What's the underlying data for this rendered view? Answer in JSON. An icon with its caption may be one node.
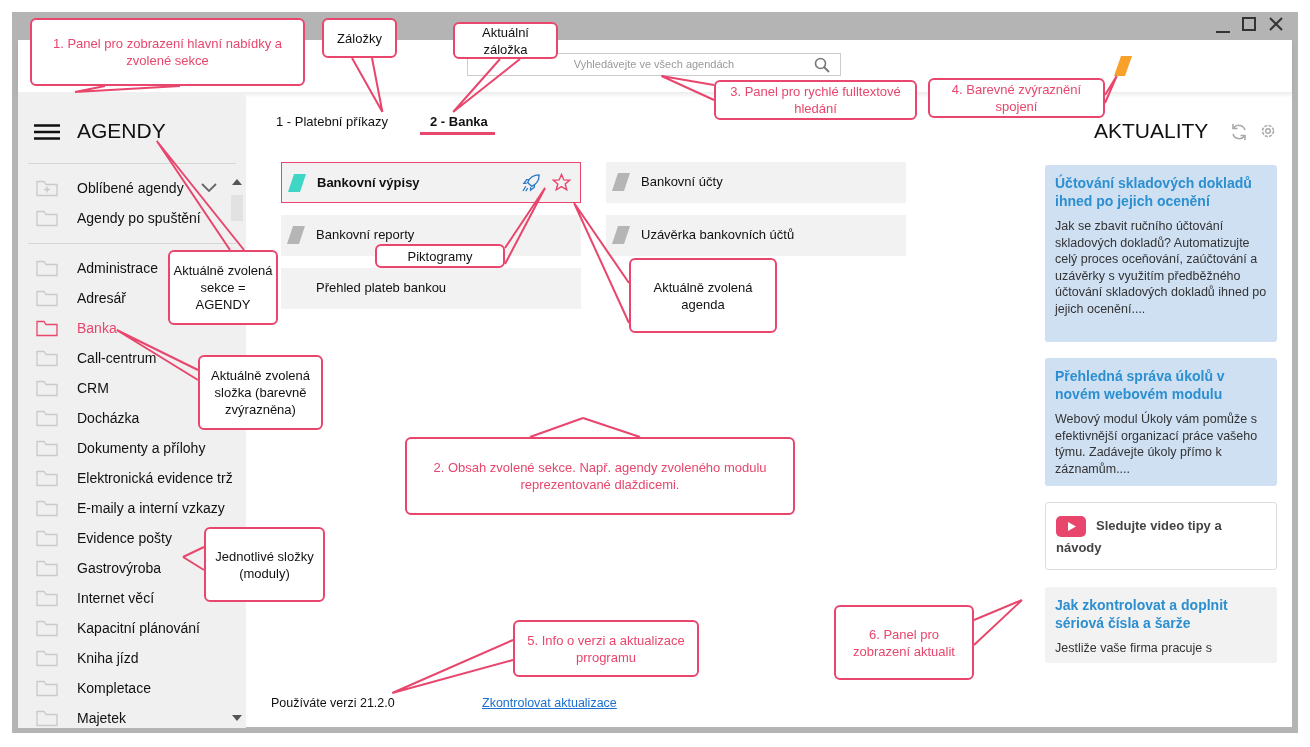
{
  "diagram": {
    "nodes": [
      {
        "text": [
          "1. Panel pro zobrazení hlavní nabídky a zvolené sekce"
        ]
      },
      {
        "text": [
          "Záložky"
        ]
      },
      {
        "text": [
          "Aktuální záložka"
        ]
      },
      {
        "text": [
          "3. Panel pro rychlé fulltextové hledání"
        ]
      },
      {
        "text": [
          "4. Barevné zvýraznění spojení"
        ]
      },
      {
        "text": [
          "Aktuálně zvolená sekce = AGENDY"
        ]
      },
      {
        "text": [
          "Piktogramy"
        ]
      },
      {
        "text": [
          "Aktuálně zvolená agenda"
        ]
      },
      {
        "text": [
          "Aktuálně zvolená složka (barevně zvýrazněna)"
        ]
      },
      {
        "text": [
          "2. Obsah zvolené sekce. Např. agendy zvoleného modulu reprezentované dlaždicemi."
        ]
      },
      {
        "text": [
          "Jednotlivé složky (moduly)"
        ]
      },
      {
        "text": [
          "5. Info o verzi a aktualizace prrogramu"
        ]
      },
      {
        "text": [
          "6. Panel pro zobrazení aktualit"
        ]
      },
      {
        "text": [
          "Bankovní výpisy"
        ]
      },
      {
        "text": [
          "Bankovní účty"
        ]
      },
      {
        "text": [
          "Bankovní reporty"
        ]
      },
      {
        "text": [
          "Uzávěrka bankovních účtů"
        ]
      },
      {
        "text": [
          "Přehled plateb bankou"
        ]
      },
      {
        "text": [
          "Účtování skladových dokladů ihned po jejich ocenění",
          "Jak se zbavit ručního účtování skladových dokladů? Automatizujte celý proces oceňování, zaúčtování a uzávěrky s využitím předběžného účtování skladových dokladů ihned po jejich ocenění...."
        ]
      },
      {
        "text": [
          "Přehledná správa úkolů v novém webovém modulu",
          "Webový modul Úkoly vám pomůže s efektivnější organizací práce vašeho týmu. Zadávejte úkoly přímo k záznamům...."
        ]
      },
      {
        "text": [
          "Sledujte video tipy a návody"
        ]
      },
      {
        "text": [
          "Jak zkontrolovat a doplnit sériová čísla a šarže",
          "Jestliže vaše firma pracuje s"
        ]
      },
      {
        "text": [],
        "shape": "bar"
      },
      {
        "text": [
          "Vyhledávejte ve všech agendách"
        ]
      },
      {
        "text": [],
        "shape": "box"
      },
      {
        "text": [
          "AGENDY"
        ],
        "in": 24
      },
      {
        "text": [
          "1 - Platební příkazy"
        ]
      },
      {
        "text": [
          "2 - Banka"
        ]
      },
      {
        "text": [
          "Banka"
        ],
        "in": 24
      },
      {
        "text": [
          "Používáte verzi 21.2.0"
        ]
      }
    ],
    "edges": [
      {
        "from": 0,
        "to": 24,
        "arrow": "none"
      },
      {
        "from": 1,
        "to": 26,
        "arrow": "none"
      },
      {
        "from": 2,
        "to": 27,
        "arrow": "none"
      },
      {
        "from": 3,
        "to": 23,
        "arrow": "none"
      },
      {
        "from": 4,
        "to": 22,
        "arrow": "none"
      },
      {
        "from": 5,
        "to": 25,
        "arrow": "none"
      },
      {
        "from": 6,
        "to": null,
        "arrow": "none"
      },
      {
        "from": 7,
        "to": 13,
        "arrow": "none"
      },
      {
        "from": 8,
        "to": 28,
        "arrow": "none"
      },
      {
        "from": 9,
        "to": null,
        "arrow": "none"
      },
      {
        "from": 10,
        "to": null,
        "arrow": "none"
      },
      {
        "from": 11,
        "to": 29,
        "arrow": "none"
      },
      {
        "from": 12,
        "to": null,
        "arrow": "none"
      }
    ],
    "labels": [
      "AKTUALITY",
      "Oblíbené agendy",
      "Agendy po spuštění",
      "Administrace",
      "Adresář",
      "Call-centrum",
      "CRM",
      "Docházka",
      "Dokumenty a přílohy",
      "Elektronická evidence trž",
      "E-maily a interní vzkazy",
      "Evidence pošty",
      "Gastrovýroba",
      "Internet věcí",
      "Kapacitní plánování",
      "Kniha jízd",
      "Kompletace",
      "Majetek",
      "Zkontrolovat aktualizace"
    ]
  }
}
